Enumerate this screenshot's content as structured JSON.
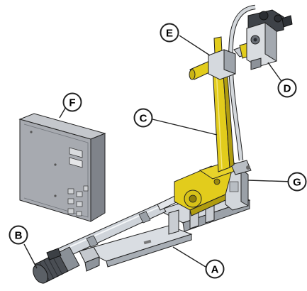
{
  "callouts": [
    {
      "letter": "A",
      "part": "base-frame"
    },
    {
      "letter": "B",
      "part": "motor"
    },
    {
      "letter": "C",
      "part": "vertical-column"
    },
    {
      "letter": "D",
      "part": "manipulator-head"
    },
    {
      "letter": "E",
      "part": "horizontal-arm"
    },
    {
      "letter": "F",
      "part": "control-cabinet"
    },
    {
      "letter": "G",
      "part": "pivot-mount"
    }
  ],
  "colors": {
    "yellow": "#e2cc1c",
    "yellow_dark": "#b09c10",
    "steel": "#c7ccd2",
    "steel_dark": "#8c929a",
    "cabinet": "#a5a8ad",
    "line": "#222222",
    "callout_fill": "#ffffff"
  }
}
